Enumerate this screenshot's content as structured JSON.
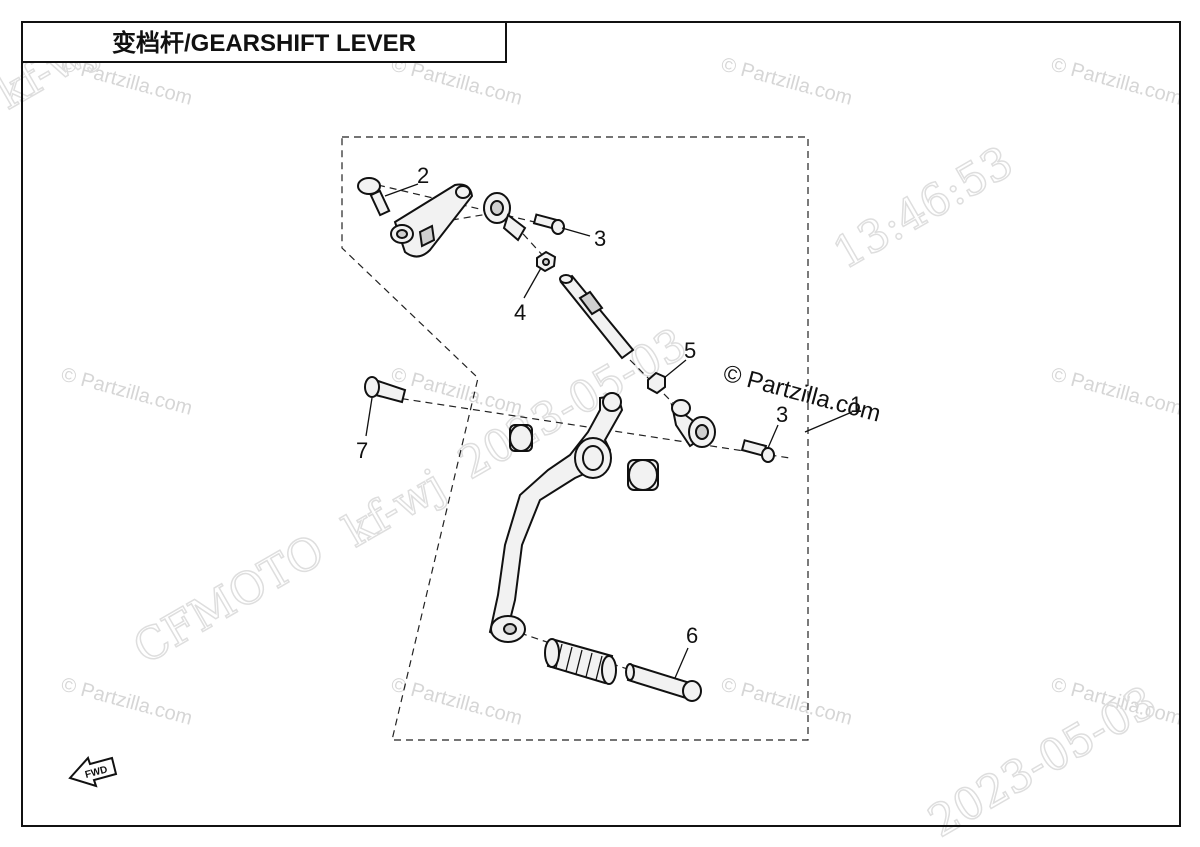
{
  "title": "变档杆/GEARSHIFT LEVER",
  "watermarks": {
    "partzilla": "© Partzilla.com",
    "partzilla_dark": "© Partzilla.com",
    "brand": "CFMOTO",
    "code": "kf-wj",
    "date": "2023-05-03",
    "time": "13:46:53"
  },
  "callouts": {
    "c1": "1",
    "c2": "2",
    "c3a": "3",
    "c3b": "3",
    "c4": "4",
    "c5": "5",
    "c6": "6",
    "c7": "7"
  },
  "fwd_label": "FWD"
}
